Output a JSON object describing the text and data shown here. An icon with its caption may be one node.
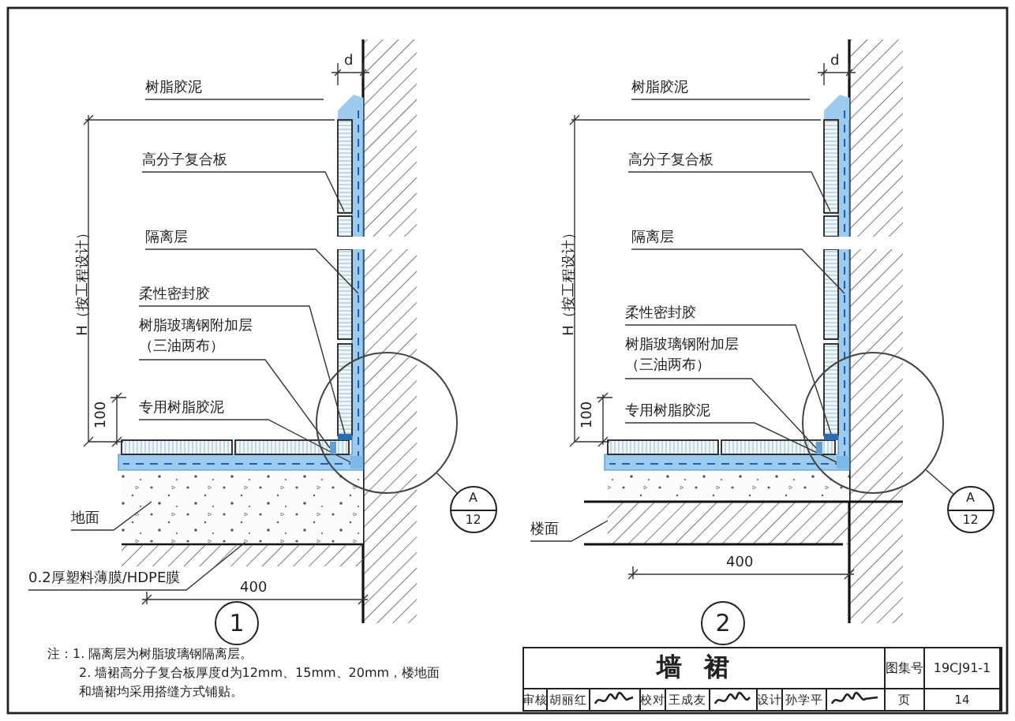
{
  "diagram": {
    "title": "墙裙",
    "nodes": [
      {
        "text": [
          "树脂胶泥"
        ]
      },
      {
        "text": [
          "高分子复合板"
        ]
      },
      {
        "text": [
          "隔离层"
        ]
      },
      {
        "text": [
          "柔性密封胶"
        ]
      },
      {
        "text": [
          "树脂玻璃钢附加层（三油两布）"
        ]
      },
      {
        "text": [
          "专用树脂胶泥"
        ]
      },
      {
        "text": [
          "地面"
        ]
      },
      {
        "text": [
          "0.2厚塑料薄膜/HDPE膜"
        ]
      },
      {
        "text": [],
        "shape": "circle"
      },
      {
        "text": [
          "A",
          "12"
        ]
      },
      {
        "text": [
          "1"
        ]
      },
      {
        "text": [
          "树脂胶泥"
        ]
      },
      {
        "text": [
          "高分子复合板"
        ]
      },
      {
        "text": [
          "隔离层"
        ]
      },
      {
        "text": [
          "柔性密封胶"
        ]
      },
      {
        "text": [
          "树脂玻璃钢附加层（三油两布）"
        ]
      },
      {
        "text": [
          "专用树脂胶泥"
        ]
      },
      {
        "text": [
          "楼面"
        ]
      },
      {
        "text": [],
        "shape": "circle"
      },
      {
        "text": [
          "A",
          "12"
        ]
      },
      {
        "text": [
          "2"
        ]
      },
      {
        "text": [],
        "shape": "box",
        "in": 8
      },
      {
        "text": [],
        "shape": "box",
        "in": 8
      },
      {
        "text": [],
        "shape": "box",
        "in": 8
      },
      {
        "text": [],
        "shape": "box",
        "in": 18
      },
      {
        "text": [],
        "shape": "box",
        "in": 18
      },
      {
        "text": [],
        "shape": "box",
        "in": 18
      }
    ],
    "edges": [
      {
        "from": 0,
        "to": null,
        "arrow": "none"
      },
      {
        "from": 1,
        "to": null,
        "arrow": "none"
      },
      {
        "from": 2,
        "to": null,
        "arrow": "none"
      },
      {
        "from": 3,
        "to": 21,
        "arrow": "none"
      },
      {
        "from": 4,
        "to": 22,
        "arrow": "none"
      },
      {
        "from": 5,
        "to": 23,
        "arrow": "none"
      },
      {
        "from": 6,
        "to": null,
        "arrow": "none"
      },
      {
        "from": 7,
        "to": null,
        "arrow": "none"
      },
      {
        "from": 8,
        "to": 9,
        "arrow": "none"
      },
      {
        "from": 11,
        "to": null,
        "arrow": "none"
      },
      {
        "from": 12,
        "to": null,
        "arrow": "none"
      },
      {
        "from": 13,
        "to": null,
        "arrow": "none"
      },
      {
        "from": 14,
        "to": 24,
        "arrow": "none"
      },
      {
        "from": 15,
        "to": 25,
        "arrow": "none"
      },
      {
        "from": 16,
        "to": 26,
        "arrow": "none"
      },
      {
        "from": 17,
        "to": null,
        "arrow": "none"
      },
      {
        "from": 18,
        "to": 19,
        "arrow": "none"
      }
    ],
    "labels": [
      "d",
      "H（按工程设计）",
      "100",
      "400",
      "d",
      "H（按工程设计）",
      "100",
      "400",
      "注：1. 隔离层为树脂玻璃钢隔离层。",
      "2. 墙裙高分子复合板厚度d为12mm、15mm、20mm，楼地面和墙裙均采用搭缝方式铺贴。",
      "图集号",
      "19CJ91-1",
      "审核",
      "胡丽红",
      "校对",
      "王成友",
      "设计",
      "孙学平",
      "页",
      "14"
    ]
  }
}
